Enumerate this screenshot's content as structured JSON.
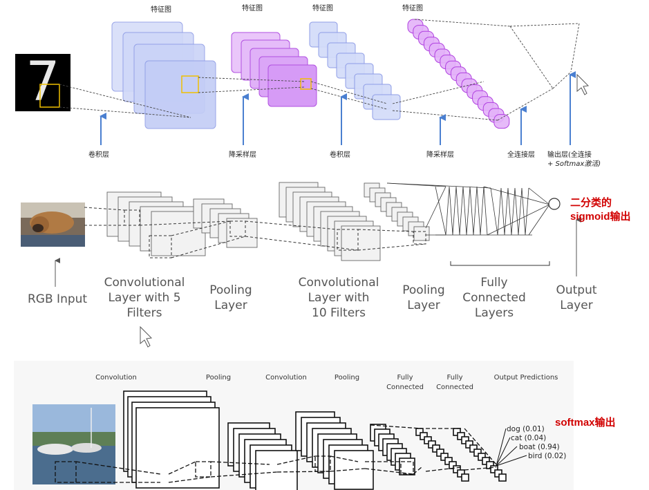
{
  "top_panel": {
    "feature_map_label": "特征图",
    "layers": [
      "卷积层",
      "降采样层",
      "卷积层",
      "降采样层",
      "全连接层"
    ],
    "output_line1": "输出层(全连接",
    "output_line2": "+ Softmax激活)",
    "input_digit": "7",
    "colors": {
      "blue": "#c9d3f7",
      "blue_stroke": "#7f8fe0",
      "purple": "#e3b7f7",
      "purple_stroke": "#b040e0",
      "arrow": "#4a7fd0",
      "yellow": "#f0c000"
    }
  },
  "middle_panel": {
    "labels": {
      "rgb_input": "RGB Input",
      "conv1": [
        "Convolutional",
        "Layer with 5",
        "Filters"
      ],
      "pool1": [
        "Pooling",
        "Layer"
      ],
      "conv2": [
        "Convolutional",
        "Layer with",
        "10 Filters"
      ],
      "pool2": [
        "Pooling",
        "Layer"
      ],
      "fc": [
        "Fully",
        "Connected",
        "Layers"
      ],
      "output": [
        "Output",
        "Layer"
      ]
    },
    "note_line1": "二分类的",
    "note_line2": "sigmoid输出"
  },
  "bottom_panel": {
    "headers": {
      "conv1": "Convolution",
      "pool1": "Pooling",
      "conv2": "Convolution",
      "pool2": "Pooling",
      "fc1": [
        "Fully",
        "Connected"
      ],
      "fc2": [
        "Fully",
        "Connected"
      ],
      "out": "Output Predictions"
    },
    "predictions": [
      "dog (0.01)",
      "cat (0.04)",
      "boat (0.94)",
      "bird (0.02)"
    ],
    "note": "softmax输出"
  }
}
